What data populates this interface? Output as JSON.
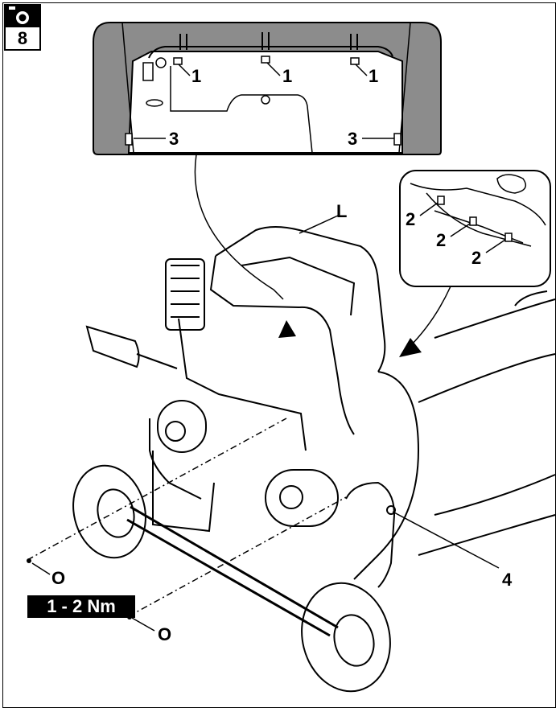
{
  "badge": {
    "number": "8",
    "icon": "camera-icon"
  },
  "callouts": {
    "c1a": "1",
    "c1b": "1",
    "c1c": "1",
    "c2a": "2",
    "c2b": "2",
    "c2c": "2",
    "c3a": "3",
    "c3b": "3",
    "c4": "4",
    "cL": "L",
    "cOa": "O",
    "cOb": "O"
  },
  "torque": "1 - 2 Nm",
  "colors": {
    "line": "#000000",
    "inset_fill": "#8c8c8c",
    "background": "#ffffff"
  }
}
